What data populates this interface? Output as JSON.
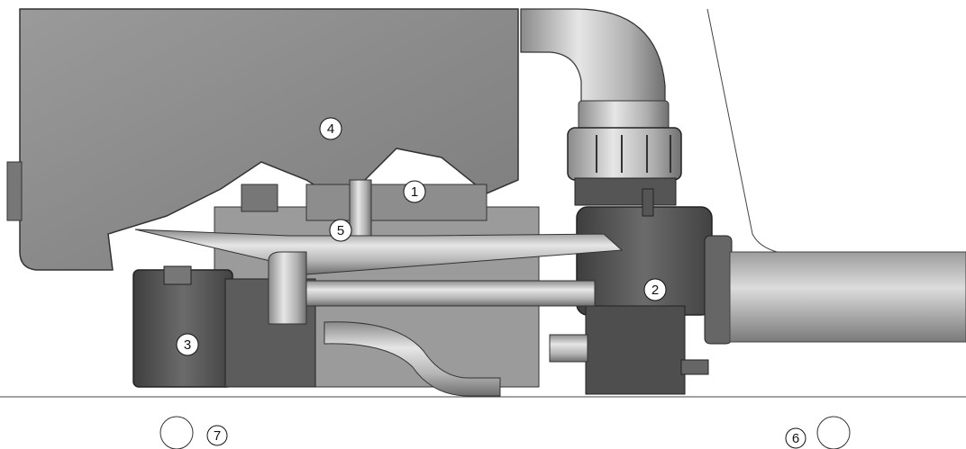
{
  "callouts": [
    {
      "id": "1",
      "label": "1"
    },
    {
      "id": "2",
      "label": "2"
    },
    {
      "id": "3",
      "label": "3"
    },
    {
      "id": "4",
      "label": "4"
    },
    {
      "id": "5",
      "label": "5"
    },
    {
      "id": "6",
      "label": "6"
    },
    {
      "id": "7",
      "label": "7"
    }
  ],
  "colors": {
    "tank": "#8f8f8f",
    "pipe": "#a9a9a9",
    "dark_part": "#5a5a5a",
    "outline": "#222222",
    "background": "#ffffff"
  }
}
